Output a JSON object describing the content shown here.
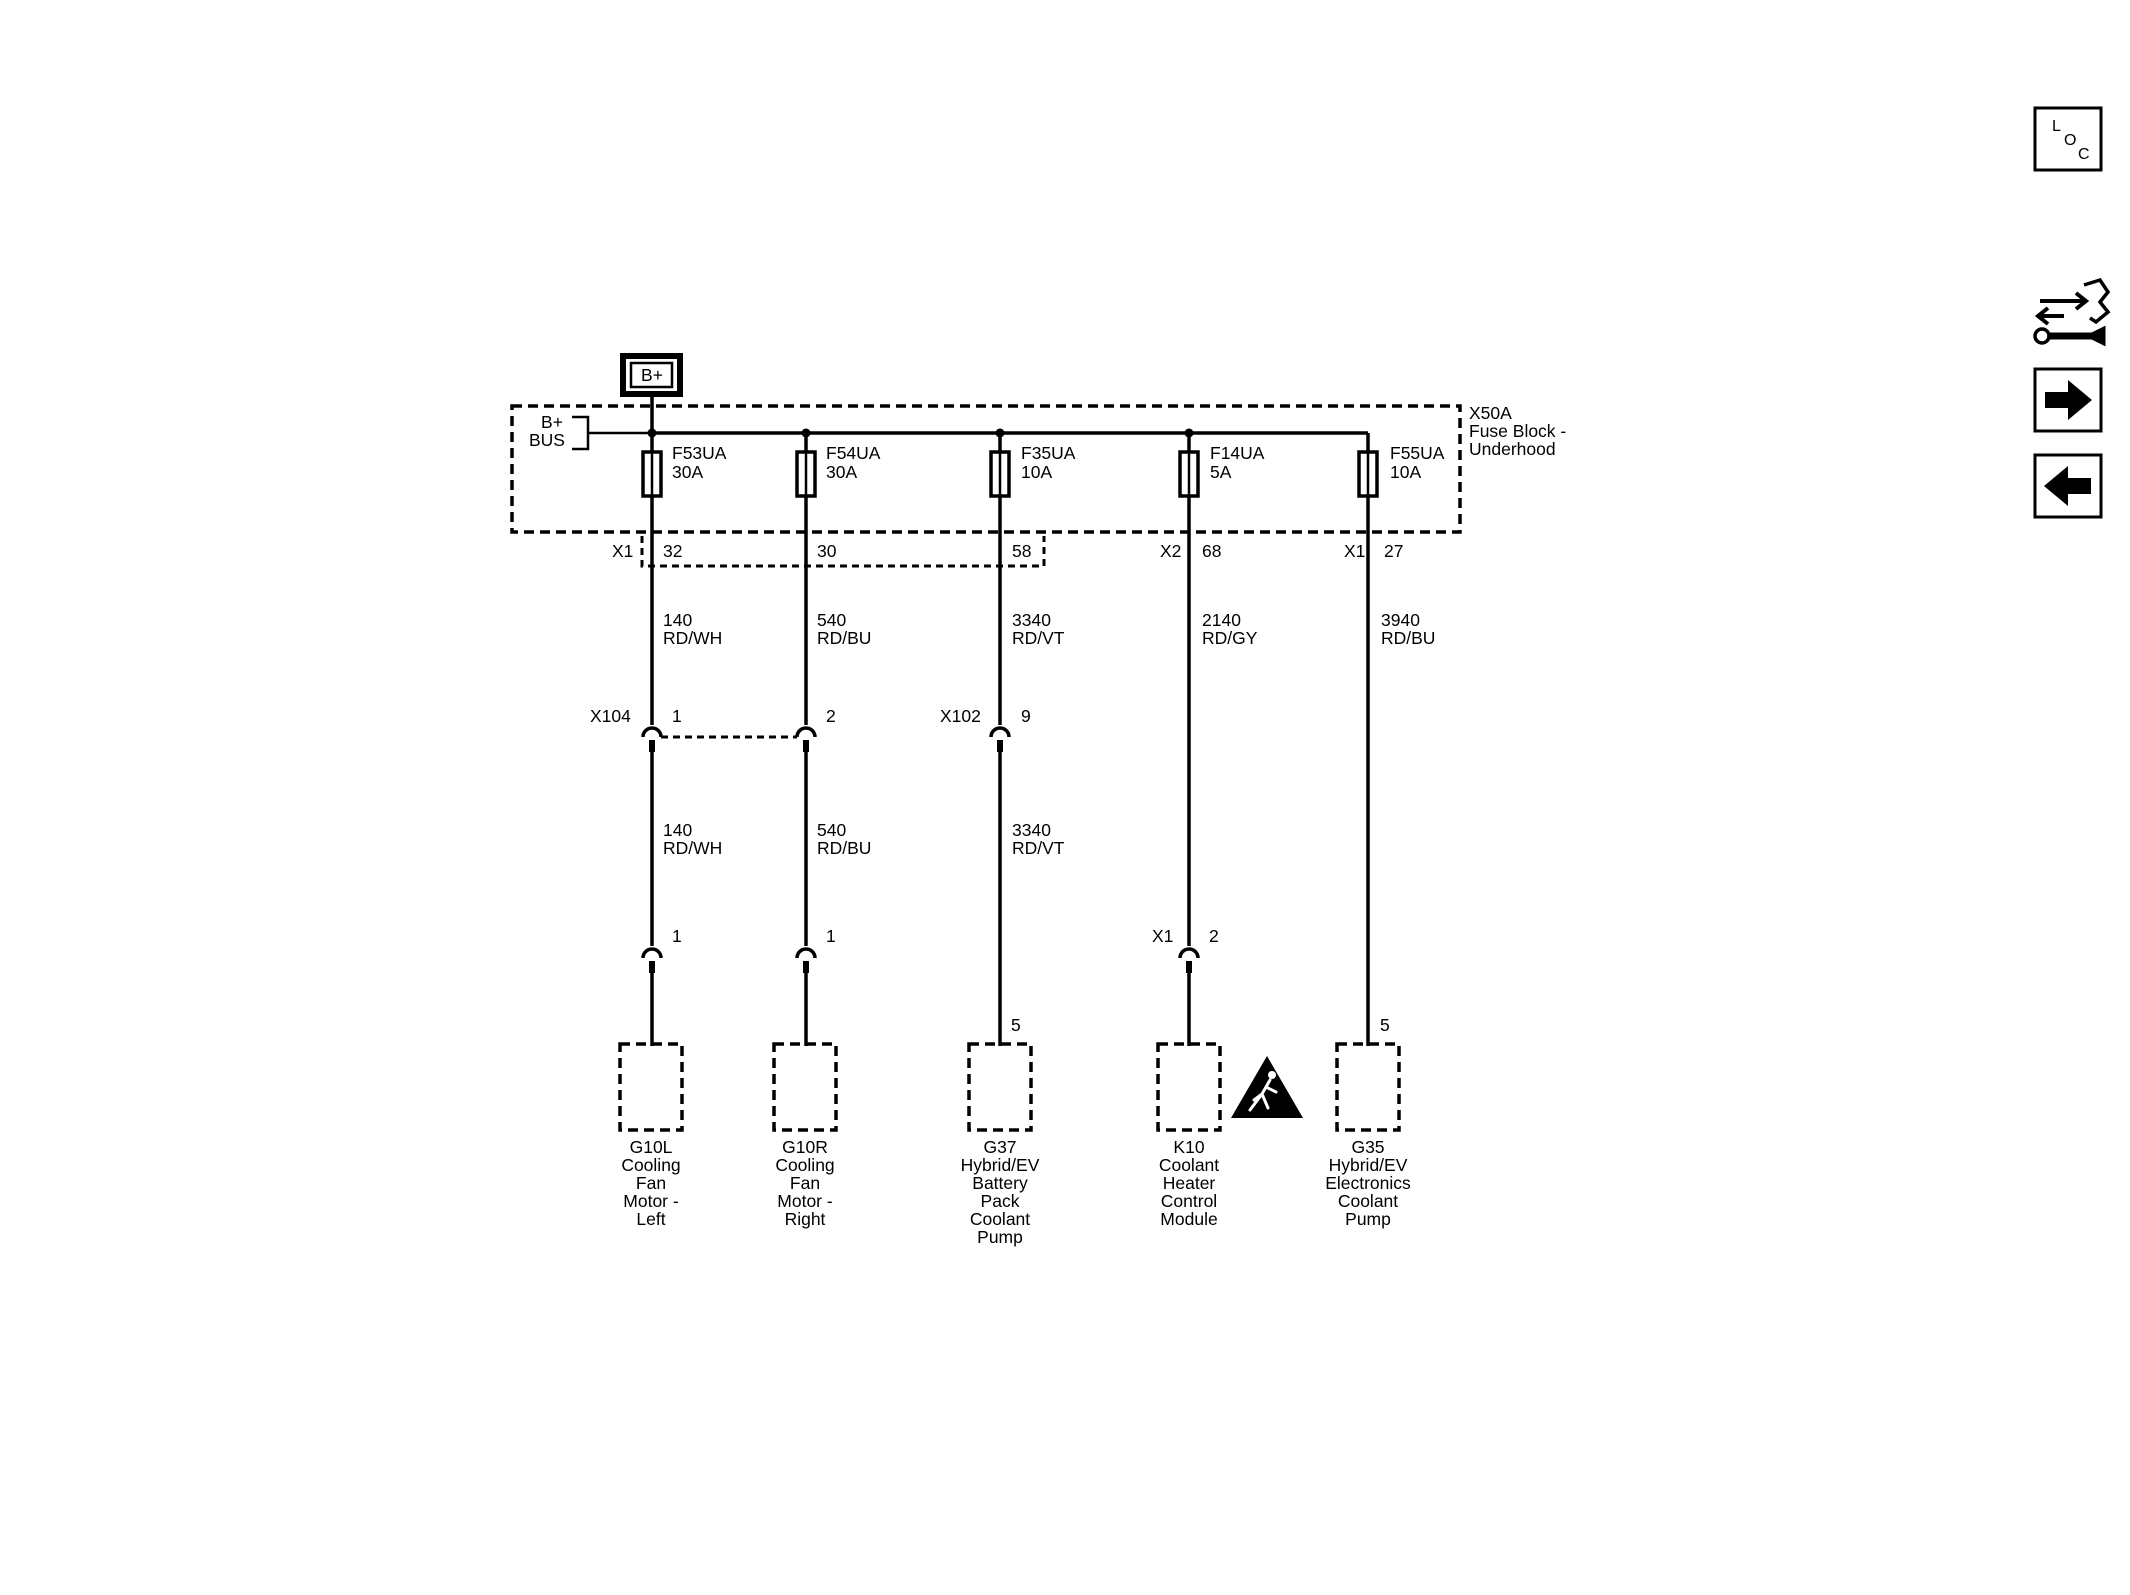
{
  "power": {
    "label": "B+"
  },
  "fuse_block": {
    "id": "X50A",
    "name_line1": "Fuse Block -",
    "name_line2": "Underhood",
    "bus_line1": "B+",
    "bus_line2": "BUS"
  },
  "circuits": [
    {
      "fuse": "F53UA",
      "rating": "30A",
      "conn": "X1",
      "pin": "32",
      "wire_num": "140",
      "wire_color": "RD/WH",
      "inline_conn": "X104",
      "inline_pin": "1",
      "wire_num_2": "140",
      "wire_color_2": "RD/WH",
      "comp_conn": "",
      "comp_pin": "1",
      "comp_lines": [
        "G10L",
        "Cooling",
        "Fan",
        "Motor -",
        "Left"
      ]
    },
    {
      "fuse": "F54UA",
      "rating": "30A",
      "conn": "",
      "pin": "30",
      "wire_num": "540",
      "wire_color": "RD/BU",
      "inline_conn": "",
      "inline_pin": "2",
      "wire_num_2": "540",
      "wire_color_2": "RD/BU",
      "comp_conn": "",
      "comp_pin": "1",
      "comp_lines": [
        "G10R",
        "Cooling",
        "Fan",
        "Motor -",
        "Right"
      ]
    },
    {
      "fuse": "F35UA",
      "rating": "10A",
      "conn": "",
      "pin": "58",
      "wire_num": "3340",
      "wire_color": "RD/VT",
      "inline_conn": "X102",
      "inline_pin": "9",
      "wire_num_2": "3340",
      "wire_color_2": "RD/VT",
      "comp_conn": "",
      "comp_pin": "5",
      "comp_lines": [
        "G37",
        "Hybrid/EV",
        "Battery",
        "Pack",
        "Coolant",
        "Pump"
      ]
    },
    {
      "fuse": "F14UA",
      "rating": "5A",
      "conn": "X2",
      "pin": "68",
      "wire_num": "2140",
      "wire_color": "RD/GY",
      "inline_conn": "",
      "inline_pin": "",
      "wire_num_2": "",
      "wire_color_2": "",
      "comp_conn": "X1",
      "comp_pin": "2",
      "comp_lines": [
        "K10",
        "Coolant",
        "Heater",
        "Control",
        "Module"
      ]
    },
    {
      "fuse": "F55UA",
      "rating": "10A",
      "conn": "X1",
      "pin": "27",
      "wire_num": "3940",
      "wire_color": "RD/BU",
      "inline_conn": "",
      "inline_pin": "",
      "wire_num_2": "",
      "wire_color_2": "",
      "comp_conn": "",
      "comp_pin": "5",
      "comp_lines": [
        "G35",
        "Hybrid/EV",
        "Electronics",
        "Coolant",
        "Pump"
      ]
    }
  ],
  "toolbar": {
    "loc_l": "L",
    "loc_o": "O",
    "loc_c": "C",
    "loc_icon": "loc-icon",
    "diag_icon": "diagnostic-wrench-icon",
    "next_icon": "arrow-right-icon",
    "prev_icon": "arrow-left-icon"
  },
  "colors": {
    "ink": "#000000",
    "background": "#ffffff"
  }
}
